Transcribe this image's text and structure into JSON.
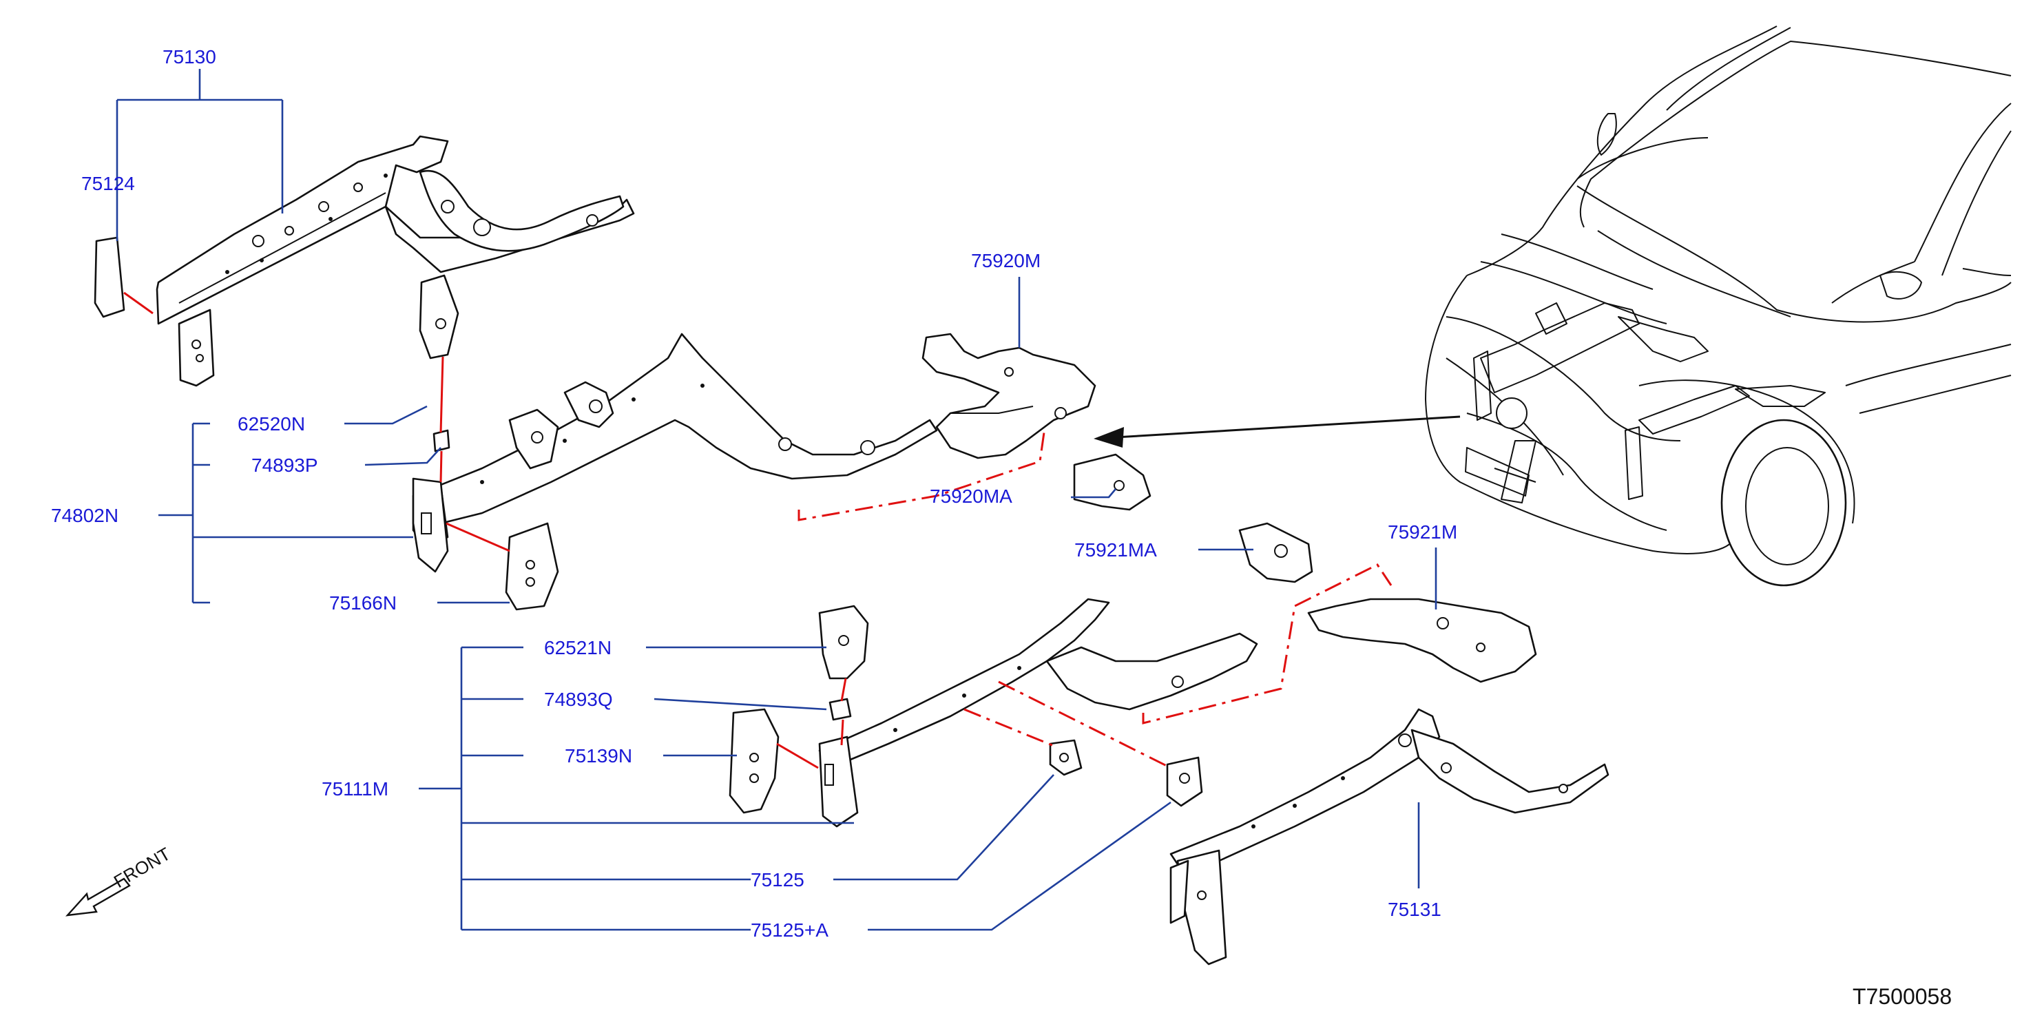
{
  "diagram_code": "T7500058",
  "front_indicator": {
    "label": "FRONT",
    "icon": "front-arrow-icon"
  },
  "callouts": {
    "c75130": "75130",
    "c75124": "75124",
    "c62520N": "62520N",
    "c74893P": "74893P",
    "c74802N": "74802N",
    "c75166N": "75166N",
    "c75920M": "75920M",
    "c75920MA": "75920MA",
    "c75921MA": "75921MA",
    "c75921M": "75921M",
    "c62521N": "62521N",
    "c74893Q": "74893Q",
    "c75139N": "75139N",
    "c75111M": "75111M",
    "c75125": "75125",
    "c75125A": "75125+A",
    "c75131": "75131"
  },
  "colors": {
    "callout_text": "#1a1ad6",
    "leader_line": "#1f3f9c",
    "connector": "#e01010",
    "outline": "#111111"
  }
}
